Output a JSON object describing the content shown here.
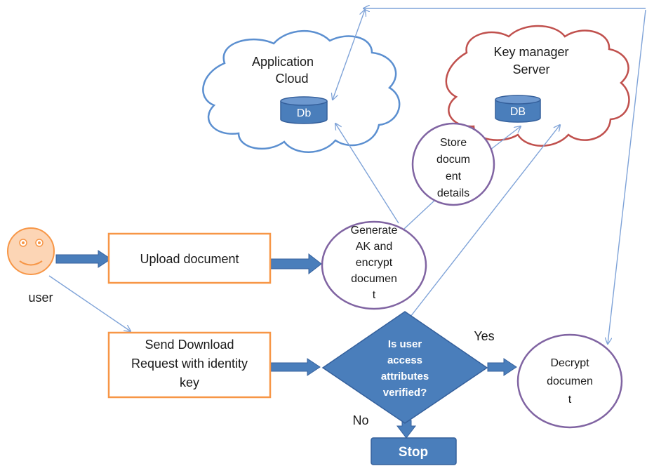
{
  "colors": {
    "blue_fill": "#4a7ebb",
    "blue_stroke": "#35609c",
    "cloud_blue": "#5b8fd0",
    "cloud_red": "#c0504d",
    "orange": "#f79646",
    "purple": "#8064a2",
    "line_blue": "#7fa3d8",
    "smiley_fill": "#fcd5b5"
  },
  "actors": {
    "user_label": "user"
  },
  "clouds": {
    "app_cloud": {
      "line1": "Application",
      "line2": "Cloud",
      "db_label": "Db"
    },
    "key_cloud": {
      "line1": "Key manager",
      "line2": "Server",
      "db_label": "DB"
    }
  },
  "process_boxes": {
    "upload": "Upload document",
    "download_line1": "Send Download",
    "download_line2": "Request with identity",
    "download_line3": "key"
  },
  "circles": {
    "generate": [
      "Generate",
      "AK and",
      "encrypt",
      "documen",
      "t"
    ],
    "store": [
      "Store",
      "docum",
      "ent",
      "details"
    ],
    "decrypt": [
      "Decrypt",
      "documen",
      "t"
    ]
  },
  "decision": {
    "lines": [
      "Is user",
      "access",
      "attributes",
      "verified?"
    ],
    "yes_label": "Yes",
    "no_label": "No"
  },
  "terminal": {
    "stop": "Stop"
  }
}
